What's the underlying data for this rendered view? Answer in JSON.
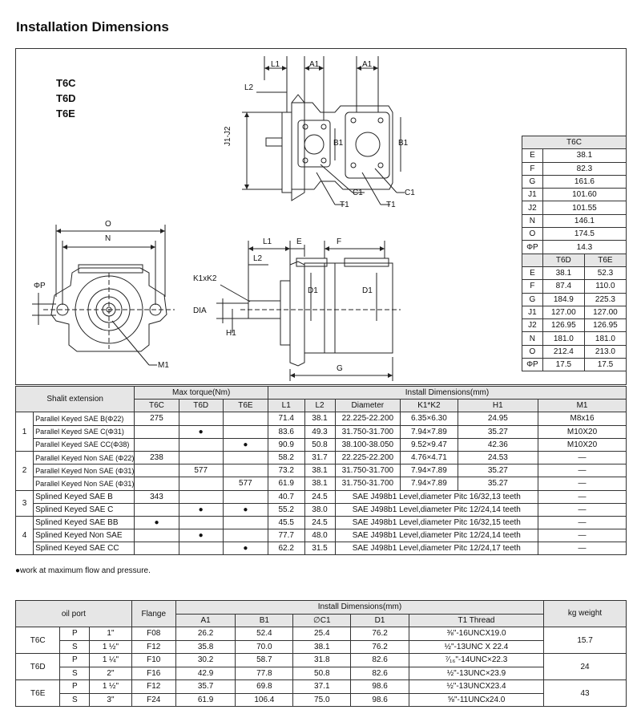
{
  "title": "Installation Dimensions",
  "models": [
    "T6C",
    "T6D",
    "T6E"
  ],
  "drawing_labels": {
    "L1": "L1",
    "L2": "L2",
    "A1": "A1",
    "B1": "B1",
    "C1": "C1",
    "T1": "T1",
    "J1J2": "J1-J2",
    "O": "O",
    "N": "N",
    "PHIP": "ΦP",
    "M1": "M1",
    "E": "E",
    "F": "F",
    "K1K2": "K1xK2",
    "DIA": "DIA",
    "H1": "H1",
    "D1": "D1",
    "G": "G"
  },
  "dim_table": {
    "t6c_header": "T6C",
    "t6c_rows": [
      [
        "E",
        "38.1"
      ],
      [
        "F",
        "82.3"
      ],
      [
        "G",
        "161.6"
      ],
      [
        "J1",
        "101.60"
      ],
      [
        "J2",
        "101.55"
      ],
      [
        "N",
        "146.1"
      ],
      [
        "O",
        "174.5"
      ],
      [
        "ΦP",
        "14.3"
      ]
    ],
    "t6de_header": [
      "T6D",
      "T6E"
    ],
    "t6de_rows": [
      [
        "E",
        "38.1",
        "52.3"
      ],
      [
        "F",
        "87.4",
        "110.0"
      ],
      [
        "G",
        "184.9",
        "225.3"
      ],
      [
        "J1",
        "127.00",
        "127.00"
      ],
      [
        "J2",
        "126.95",
        "126.95"
      ],
      [
        "N",
        "181.0",
        "181.0"
      ],
      [
        "O",
        "212.4",
        "213.0"
      ],
      [
        "ΦP",
        "17.5",
        "17.5"
      ]
    ]
  },
  "shaft_table": {
    "h_shaft": "Shalit extension",
    "h_torque": "Max torque(Nm)",
    "h_install": "Install Dimensions(mm)",
    "sub": [
      "T6C",
      "T6D",
      "T6E",
      "L1",
      "L2",
      "Diameter",
      "K1*K2",
      "H1",
      "M1"
    ],
    "groups": [
      {
        "num": "1",
        "rows": [
          {
            "name": "Parallel Keyed SAE B(Φ22)",
            "c": "275",
            "d": "",
            "e": "",
            "l1": "71.4",
            "l2": "38.1",
            "dia": "22.225-22.200",
            "k": "6.35×6.30",
            "h1": "24.95",
            "m1": "M8x16"
          },
          {
            "name": "Parallel Keyed SAE C(Φ31)",
            "c": "",
            "d": "●",
            "e": "",
            "l1": "83.6",
            "l2": "49.3",
            "dia": "31.750-31.700",
            "k": "7.94×7.89",
            "h1": "35.27",
            "m1": "M10X20"
          },
          {
            "name": "Parallel Keyed SAE CC(Φ38)",
            "c": "",
            "d": "",
            "e": "●",
            "l1": "90.9",
            "l2": "50.8",
            "dia": "38.100-38.050",
            "k": "9.52×9.47",
            "h1": "42.36",
            "m1": "M10X20"
          }
        ]
      },
      {
        "num": "2",
        "rows": [
          {
            "name": "Parallel Keyed Non SAE (Φ22)",
            "c": "238",
            "d": "",
            "e": "",
            "l1": "58.2",
            "l2": "31.7",
            "dia": "22.225-22.200",
            "k": "4.76×4.71",
            "h1": "24.53",
            "m1": "—"
          },
          {
            "name": "Parallel Keyed Non SAE (Φ31)",
            "c": "",
            "d": "577",
            "e": "",
            "l1": "73.2",
            "l2": "38.1",
            "dia": "31.750-31.700",
            "k": "7.94×7.89",
            "h1": "35.27",
            "m1": "—"
          },
          {
            "name": "Parallel Keyed Non SAE (Φ31)",
            "c": "",
            "d": "",
            "e": "577",
            "l1": "61.9",
            "l2": "38.1",
            "dia": "31.750-31.700",
            "k": "7.94×7.89",
            "h1": "35.27",
            "m1": "—"
          }
        ]
      },
      {
        "num": "3",
        "rows": [
          {
            "name": "Splined Keyed SAE B",
            "c": "343",
            "d": "",
            "e": "",
            "l1": "40.7",
            "l2": "24.5",
            "spline": "SAE J498b1 Level,diameter Pitc 16/32,13 teeth",
            "m1": "—"
          },
          {
            "name": "Splined Keyed SAE C",
            "c": "",
            "d": "●",
            "e": "●",
            "l1": "55.2",
            "l2": "38.0",
            "spline": "SAE J498b1 Level,diameter Pitc 12/24,14 teeth",
            "m1": "—"
          }
        ]
      },
      {
        "num": "4",
        "rows": [
          {
            "name": "Splined Keyed SAE BB",
            "c": "●",
            "d": "",
            "e": "",
            "l1": "45.5",
            "l2": "24.5",
            "spline": "SAE J498b1 Level,diameter Pitc 16/32,15 teeth",
            "m1": "—"
          },
          {
            "name": "Splined Keyed Non SAE",
            "c": "",
            "d": "●",
            "e": "",
            "l1": "77.7",
            "l2": "48.0",
            "spline": "SAE J498b1 Level,diameter Pitc 12/24,14 teeth",
            "m1": "—"
          },
          {
            "name": "Splined Keyed SAE CC",
            "c": "",
            "d": "",
            "e": "●",
            "l1": "62.2",
            "l2": "31.5",
            "spline": "SAE J498b1 Level,diameter Pitc 12/24,17 teeth",
            "m1": "—"
          }
        ]
      }
    ]
  },
  "footnote": "●work at maximum flow and pressure.",
  "port_table": {
    "h_oil": "oil port",
    "h_flange": "Flange",
    "h_install": "Install Dimensions(mm)",
    "h_kg": "kg weight",
    "sub": [
      "A1",
      "B1",
      "∅C1",
      "D1",
      "T1  Thread"
    ],
    "groups": [
      {
        "model": "T6C",
        "weight": "15.7",
        "rows": [
          {
            "t": "P",
            "size": "1\"",
            "flange": "F08",
            "a1": "26.2",
            "b1": "52.4",
            "c1": "25.4",
            "d1": "76.2",
            "thread": "⅜\"-16UNCX19.0"
          },
          {
            "t": "S",
            "size": "1 ½\"",
            "flange": "F12",
            "a1": "35.8",
            "b1": "70.0",
            "c1": "38.1",
            "d1": "76.2",
            "thread": "½\"-13UNC X 22.4"
          }
        ]
      },
      {
        "model": "T6D",
        "weight": "24",
        "rows": [
          {
            "t": "P",
            "size": "1 ¼\"",
            "flange": "F10",
            "a1": "30.2",
            "b1": "58.7",
            "c1": "31.8",
            "d1": "82.6",
            "thread": "⁷⁄₁₆\"-14UNC×22.3"
          },
          {
            "t": "S",
            "size": "2\"",
            "flange": "F16",
            "a1": "42.9",
            "b1": "77.8",
            "c1": "50.8",
            "d1": "82.6",
            "thread": "½\"-13UNC×23.9"
          }
        ]
      },
      {
        "model": "T6E",
        "weight": "43",
        "rows": [
          {
            "t": "P",
            "size": "1 ½\"",
            "flange": "F12",
            "a1": "35.7",
            "b1": "69.8",
            "c1": "37.1",
            "d1": "98.6",
            "thread": "½\"-13UNCX23.4"
          },
          {
            "t": "S",
            "size": "3\"",
            "flange": "F24",
            "a1": "61.9",
            "b1": "106.4",
            "c1": "75.0",
            "d1": "98.6",
            "thread": "⅝\"-11UNCx24.0"
          }
        ]
      }
    ]
  }
}
